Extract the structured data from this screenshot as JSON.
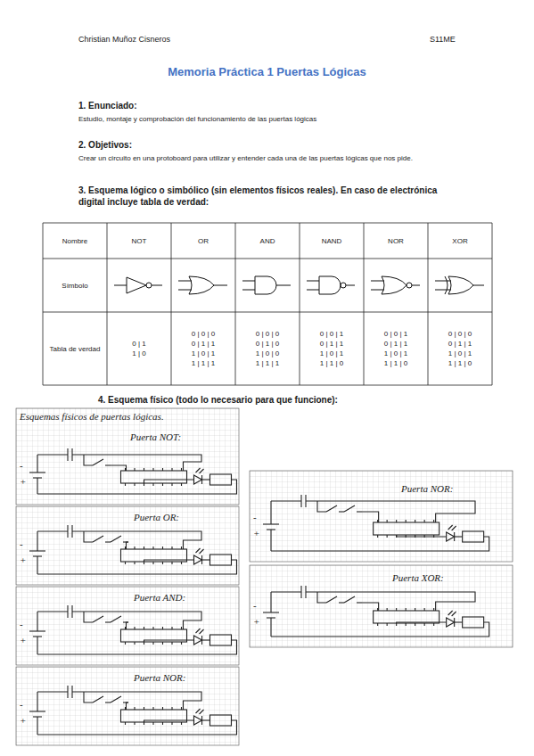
{
  "diagram": {
    "title": "Memoria Práctica 1 Puertas Lógicas",
    "nodes": [
      {
        "text": [
          "Nombre"
        ]
      },
      {
        "text": [
          "NOT"
        ]
      },
      {
        "text": [
          "OR"
        ]
      },
      {
        "text": [
          "AND"
        ]
      },
      {
        "text": [
          "NAND"
        ]
      },
      {
        "text": [
          "NOR"
        ]
      },
      {
        "text": [
          "XOR"
        ]
      },
      {
        "text": [
          "Símbolo"
        ]
      },
      {
        "text": [
          "Tabla de verdad"
        ]
      },
      {
        "text": [
          "0 | 1",
          "1 | 0"
        ]
      },
      {
        "text": [
          "0 | 0 | 0",
          "0 | 1 | 1",
          "1 | 0 | 1",
          "1 | 1 | 1"
        ]
      },
      {
        "text": [
          "0 | 0 | 0",
          "0 | 1 | 0",
          "1 | 0 | 0",
          "1 | 1 | 1"
        ]
      },
      {
        "text": [
          "0 | 0 | 1",
          "0 | 1 | 1",
          "1 | 0 | 1",
          "1 | 1 | 0"
        ]
      },
      {
        "text": [
          "0 | 0 | 1",
          "0 | 1 | 1",
          "1 | 0 | 1",
          "1 | 1 | 0"
        ]
      },
      {
        "text": [
          "0 | 0 | 0",
          "0 | 1 | 1",
          "1 | 0 | 1",
          "1 | 1 | 0"
        ]
      },
      {
        "text": [
          "Esquemas físicos de puertas lógicas.",
          "Puerta NOT:",
          "-",
          "+"
        ]
      },
      {
        "text": [
          "Puerta OR:",
          "-",
          "+"
        ]
      },
      {
        "text": [
          "Puerta AND:",
          "-",
          "+"
        ]
      },
      {
        "text": [
          "Puerta NOR:",
          "-",
          "+"
        ]
      },
      {
        "text": [
          "Puerta NOR:",
          "-",
          "+"
        ]
      },
      {
        "text": [
          "Puerta XOR:",
          "-",
          "+"
        ]
      }
    ],
    "labels": [
      "Christian Muñoz Cisneros",
      "S11ME",
      "1. Enunciado:",
      "Estudio, montaje y comprobación del funcionamiento de las puertas lógicas",
      "2. Objetivos:",
      "Crear un circuito en una protoboard para utilizar y entender cada una de las puertas lógicas que nos pide.",
      "3. Esquema lógico o simbólico (sin elementos físicos reales). En caso de electrónica digital incluye tabla de verdad:",
      "4. Esquema físico (todo lo necesario para que funcione):"
    ]
  }
}
